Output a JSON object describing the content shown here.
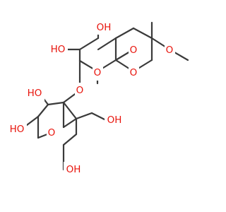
{
  "molecule": {
    "atoms": [
      {
        "id": "o_oh_top",
        "label": "OH",
        "element": "O"
      },
      {
        "id": "o_oh_left",
        "label": "HO",
        "element": "O"
      },
      {
        "id": "o_ring_a",
        "label": "O",
        "element": "O"
      },
      {
        "id": "o_ring_b",
        "label": "O",
        "element": "O"
      },
      {
        "id": "o_methoxy",
        "label": "O",
        "element": "O"
      },
      {
        "id": "o_pyran",
        "label": "O",
        "element": "O"
      },
      {
        "id": "o_glyco",
        "label": "O",
        "element": "O"
      },
      {
        "id": "o_oh_mid",
        "label": "HO",
        "element": "O"
      },
      {
        "id": "o_oh_low",
        "label": "HO",
        "element": "O"
      },
      {
        "id": "o_furan",
        "label": "O",
        "element": "O"
      },
      {
        "id": "o_ch2oh_right",
        "label": "OH",
        "element": "O"
      },
      {
        "id": "o_ch2oh_bottom",
        "label": "OH",
        "element": "O"
      }
    ]
  },
  "colors": {
    "bond": "#3a3a3a",
    "oxygen": "#e8140c",
    "background": "#ffffff"
  }
}
